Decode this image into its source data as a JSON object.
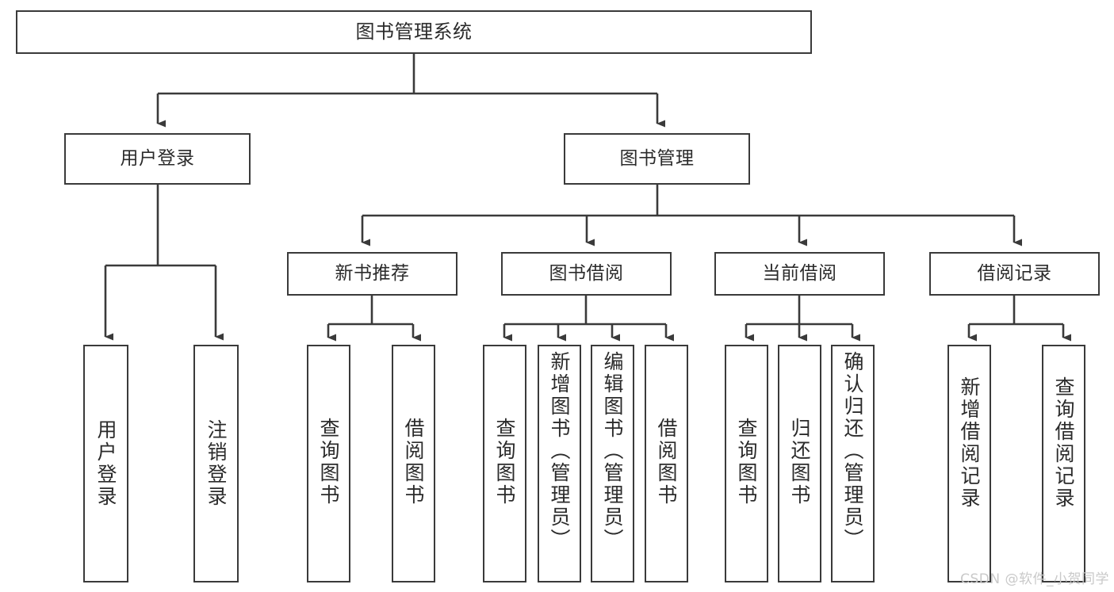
{
  "diagram": {
    "title": "图书管理系统",
    "type": "tree-hierarchy-chart",
    "orientation": "top-down",
    "colors": {
      "box_border": "#3a3a3a",
      "box_fill": "#ffffff",
      "connector": "#3a3a3a",
      "text": "#2b2b2b",
      "background": "#ffffff",
      "watermark": "#c9c9c9"
    },
    "watermark": "CSDN @软件_小贺同学"
  },
  "nodes": {
    "root": {
      "label": "图书管理系统",
      "level": 1
    },
    "level2": [
      {
        "id": "user-login",
        "label": "用户登录"
      },
      {
        "id": "book-management",
        "label": "图书管理"
      }
    ],
    "level3": [
      {
        "id": "new-book-recommend",
        "label": "新书推荐",
        "parent": "book-management"
      },
      {
        "id": "book-borrow",
        "label": "图书借阅",
        "parent": "book-management"
      },
      {
        "id": "current-borrow",
        "label": "当前借阅",
        "parent": "book-management"
      },
      {
        "id": "borrow-record",
        "label": "借阅记录",
        "parent": "book-management"
      }
    ],
    "leaves": [
      {
        "id": "leaf-user-login",
        "label": "用户登录",
        "parent": "user-login"
      },
      {
        "id": "leaf-logout-login",
        "label": "注销登录",
        "parent": "user-login"
      },
      {
        "id": "leaf-query-book-1",
        "label": "查询图书",
        "parent": "new-book-recommend"
      },
      {
        "id": "leaf-borrow-book-1",
        "label": "借阅图书",
        "parent": "new-book-recommend"
      },
      {
        "id": "leaf-query-book-2",
        "label": "查询图书",
        "parent": "book-borrow"
      },
      {
        "id": "leaf-add-book",
        "label": "新增图书（管理员）",
        "parent": "book-borrow"
      },
      {
        "id": "leaf-edit-book",
        "label": "编辑图书（管理员）",
        "parent": "book-borrow"
      },
      {
        "id": "leaf-borrow-book-2",
        "label": "借阅图书",
        "parent": "book-borrow"
      },
      {
        "id": "leaf-query-book-3",
        "label": "查询图书",
        "parent": "current-borrow"
      },
      {
        "id": "leaf-return-book",
        "label": "归还图书",
        "parent": "current-borrow"
      },
      {
        "id": "leaf-confirm-return",
        "label": "确认归还（管理员）",
        "parent": "current-borrow"
      },
      {
        "id": "leaf-add-record",
        "label": "新增借阅记录",
        "parent": "borrow-record"
      },
      {
        "id": "leaf-query-record",
        "label": "查询借阅记录",
        "parent": "borrow-record"
      }
    ]
  }
}
